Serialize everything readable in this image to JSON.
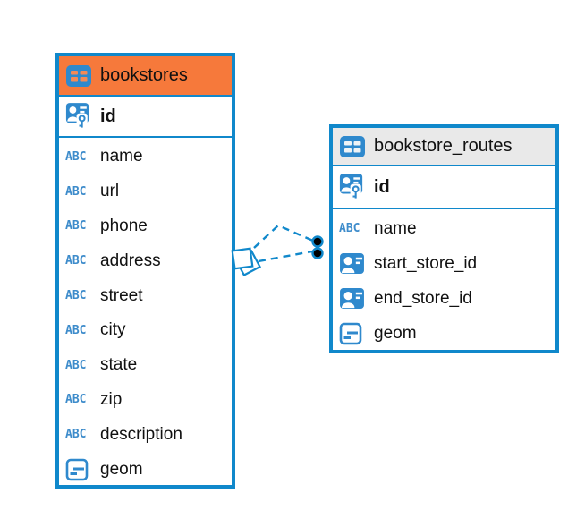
{
  "icons": {
    "text_type_label": "ABC",
    "table_icon": "table-grid-icon",
    "primary_key_icon": "person-key-icon",
    "reference_icon": "person-card-icon",
    "geometry_icon": "note-icon"
  },
  "colors": {
    "border_blue": "#1088CB",
    "icon_blue": "#2F89CD",
    "bookstores_header_orange": "#F6793B",
    "routes_header_gray": "#E9E9E9",
    "relation_line_blue": "#1088CB",
    "relation_dot_black": "#000000",
    "text_black": "#111111"
  },
  "diagram": {
    "tables": [
      {
        "name": "bookstores",
        "header_color": "#F6793B",
        "primary_key": {
          "label": "id",
          "type": "primary-key"
        },
        "columns": [
          {
            "label": "name",
            "type": "text"
          },
          {
            "label": "url",
            "type": "text"
          },
          {
            "label": "phone",
            "type": "text"
          },
          {
            "label": "address",
            "type": "text"
          },
          {
            "label": "street",
            "type": "text"
          },
          {
            "label": "city",
            "type": "text"
          },
          {
            "label": "state",
            "type": "text"
          },
          {
            "label": "zip",
            "type": "text"
          },
          {
            "label": "description",
            "type": "text"
          },
          {
            "label": "geom",
            "type": "geometry"
          }
        ]
      },
      {
        "name": "bookstore_routes",
        "header_color": "#E9E9E9",
        "primary_key": {
          "label": "id",
          "type": "primary-key"
        },
        "columns": [
          {
            "label": "name",
            "type": "text"
          },
          {
            "label": "start_store_id",
            "type": "reference"
          },
          {
            "label": "end_store_id",
            "type": "reference"
          },
          {
            "label": "geom",
            "type": "geometry"
          }
        ]
      }
    ],
    "relationships": [
      {
        "from_table": "bookstores",
        "to_table": "bookstore_routes",
        "line_style": "dashed"
      },
      {
        "from_table": "bookstores",
        "to_table": "bookstore_routes",
        "line_style": "dashed"
      }
    ]
  }
}
